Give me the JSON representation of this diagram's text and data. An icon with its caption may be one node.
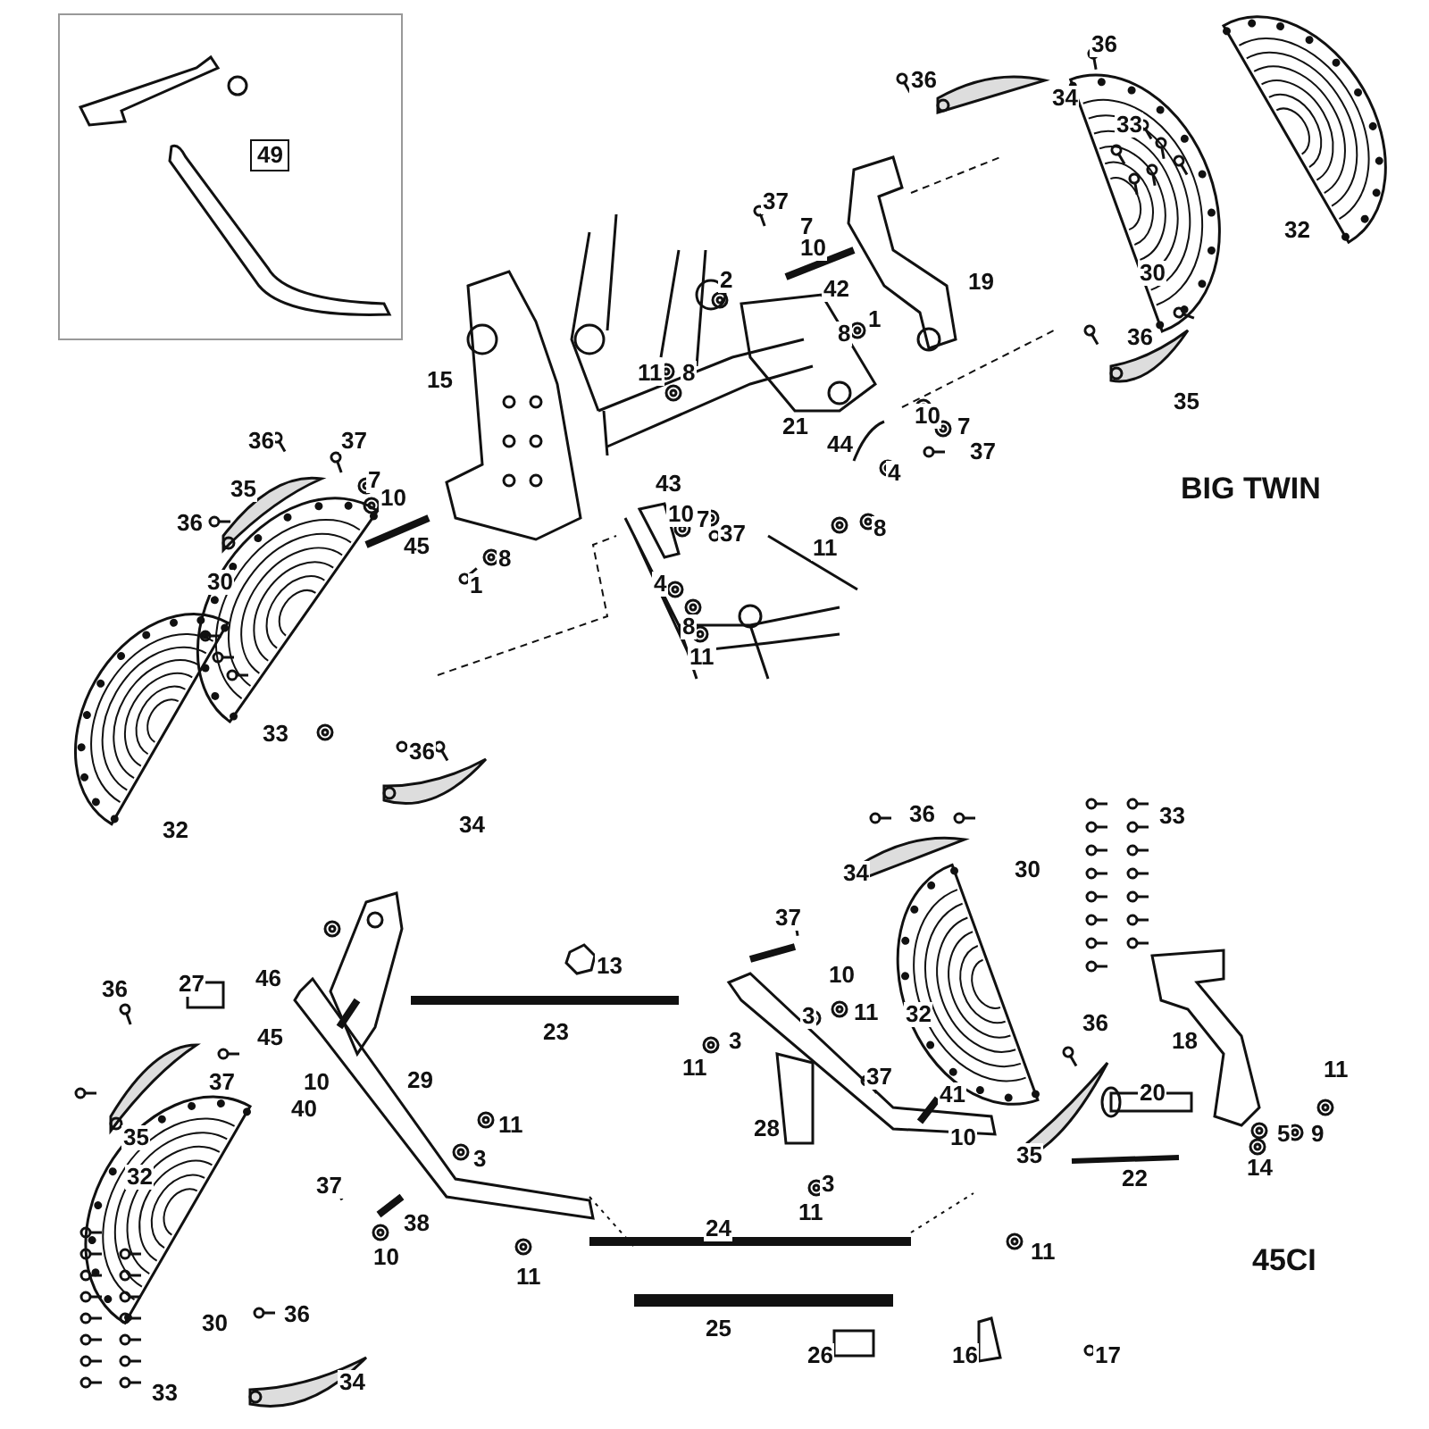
{
  "diagram": {
    "labels": [
      "49",
      "36",
      "36",
      "34",
      "33",
      "37",
      "7",
      "10",
      "2",
      "42",
      "19",
      "30",
      "32",
      "8",
      "1",
      "11",
      "8",
      "15",
      "36",
      "35",
      "21",
      "36",
      "37",
      "10",
      "7",
      "44",
      "37",
      "4",
      "35",
      "7",
      "10",
      "43",
      "BIG TWIN",
      "36",
      "45",
      "8",
      "10",
      "7",
      "37",
      "11",
      "8",
      "30",
      "1",
      "4",
      "8",
      "11",
      "33",
      "36",
      "32",
      "34",
      "36",
      "33",
      "34",
      "30",
      "37",
      "36",
      "27",
      "46",
      "13",
      "10",
      "45",
      "23",
      "3",
      "3",
      "11",
      "32",
      "36",
      "18",
      "37",
      "10",
      "29",
      "11",
      "37",
      "41",
      "20",
      "11",
      "35",
      "40",
      "11",
      "28",
      "10",
      "5",
      "9",
      "32",
      "37",
      "3",
      "3",
      "35",
      "22",
      "14",
      "10",
      "38",
      "24",
      "11",
      "11",
      "45CI",
      "30",
      "36",
      "11",
      "25",
      "33",
      "34",
      "26",
      "16",
      "17"
    ]
  }
}
